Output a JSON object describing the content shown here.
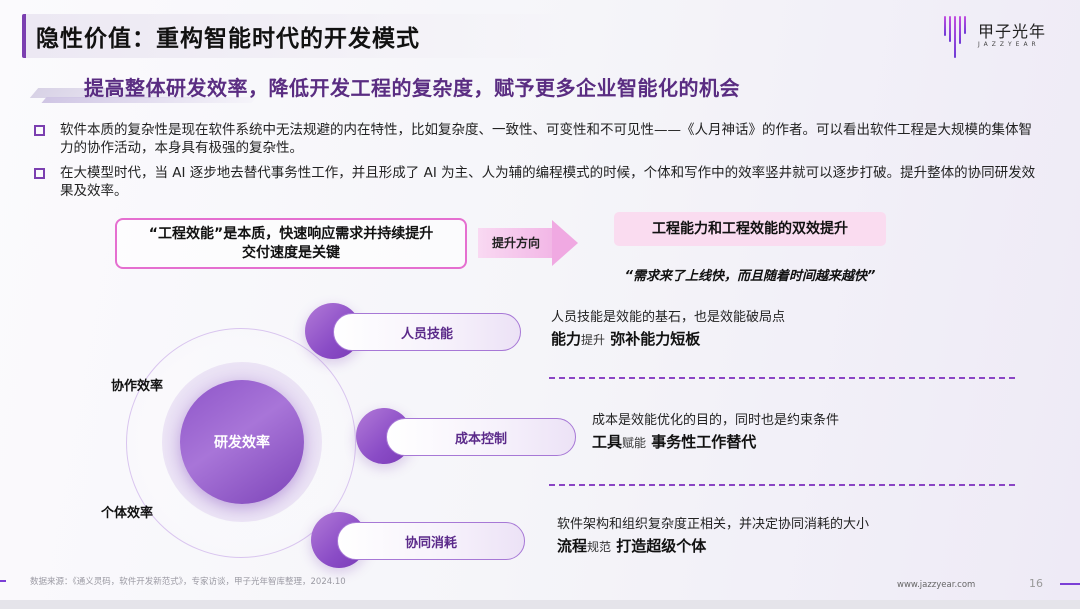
{
  "header": {
    "title": "隐性价值：重构智能时代的开发模式",
    "logo": {
      "cn": "甲子光年",
      "en": "JAZZYEAR"
    }
  },
  "subtitle": "提高整体研发效率，降低开发工程的复杂度，赋予更多企业智能化的机会",
  "bullets": [
    "软件本质的复杂性是现在软件系统中无法规避的内在特性，比如复杂度、一致性、可变性和不可见性——《人月神话》的作者。可以看出软件工程是大规模的集体智力的协作活动，本身具有极强的复杂性。",
    "在大模型时代，当 AI 逐步地去替代事务性工作，并且形成了 AI 为主、人为辅的编程模式的时候，个体和写作中的效率竖井就可以逐步打破。提升整体的协同研发效果及效率。"
  ],
  "flow": {
    "essence_line1": "“工程效能”是本质，快速响应需求并持续提升",
    "essence_line2": "交付速度是关键",
    "arrow_label": "提升方向",
    "result_label": "工程能力和工程效能的双效提升",
    "quote": "“需求来了上线快，而且随着时间越来越快”"
  },
  "diagram": {
    "core": "研发效率",
    "ring_labels": [
      "协作效率",
      "个体效率"
    ],
    "pills": [
      {
        "label": "人员技能",
        "desc": "人员技能是效能的基石，也是效能破局点",
        "bold_a": "能力",
        "light": "提升",
        "bold_b": "弥补能力短板"
      },
      {
        "label": "成本控制",
        "desc": "成本是效能优化的目的，同时也是约束条件",
        "bold_a": "工具",
        "light": "赋能",
        "bold_b": "事务性工作替代"
      },
      {
        "label": "协同消耗",
        "desc": "软件架构和组织复杂度正相关，并决定协同消耗的大小",
        "bold_a": "流程",
        "light": "规范",
        "bold_b": "打造超级个体"
      }
    ]
  },
  "footer": {
    "source": "数据来源：《通义灵码，软件开发新范式》，专家访谈，甲子光年智库整理，2024.10",
    "url": "www.jazzyear.com",
    "page": "16"
  },
  "colors": {
    "accent_purple": "#7b3fb0",
    "subtitle_purple": "#5a2d82",
    "pink_border": "#e56fd0",
    "pink_fill": "#fadcf0"
  }
}
